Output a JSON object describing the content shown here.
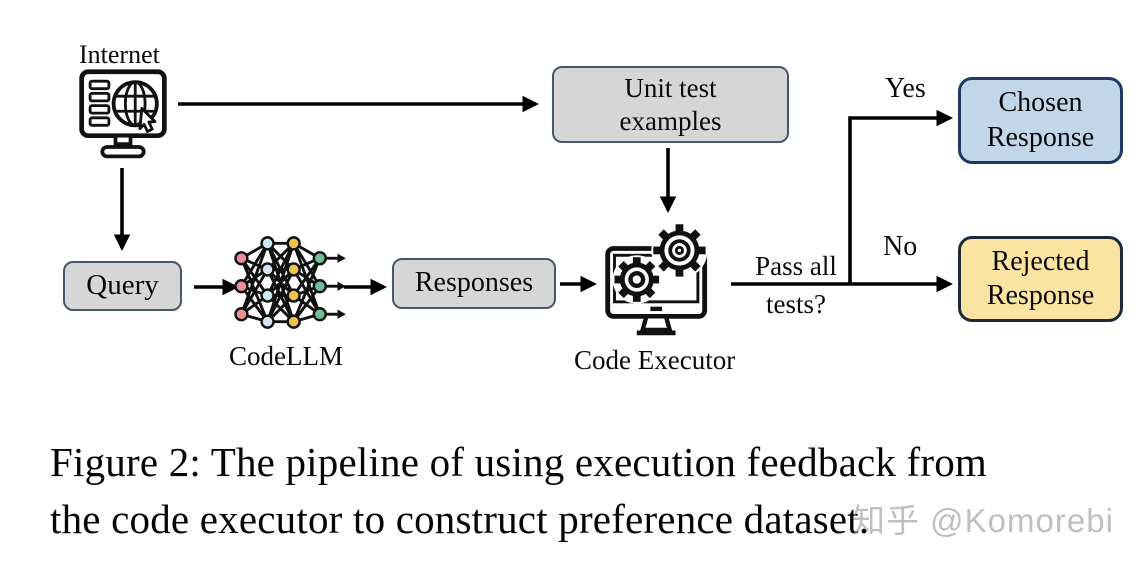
{
  "figure": {
    "caption_line1": "Figure 2: The pipeline of using execution feedback from",
    "caption_line2": "the code executor to construct preference dataset."
  },
  "watermark": "知乎 @Komorebi",
  "diagram": {
    "internet_label": "Internet",
    "codellm_label": "CodeLLM",
    "code_executor_label": "Code Executor",
    "query_label": "Query",
    "responses_label": "Responses",
    "unit_test": {
      "line1": "Unit test",
      "line2": "examples"
    },
    "pass_all": {
      "line1": "Pass all",
      "line2": "tests?"
    },
    "yes_label": "Yes",
    "no_label": "No",
    "chosen": {
      "line1": "Chosen",
      "line2": "Response"
    },
    "rejected": {
      "line1": "Rejected",
      "line2": "Response"
    },
    "colors": {
      "gray_box_fill": "#d6d6d6",
      "gray_box_border": "#49566a",
      "chosen_fill": "#c2d6ea",
      "chosen_border": "#1f3864",
      "rejected_fill": "#fbe3a1",
      "rejected_border": "#1e2a3a",
      "arrow": "#000000",
      "nn_input_pink": "#ed8f93",
      "nn_hidden_blue": "#cfe9f1",
      "nn_hidden_yellow": "#f0c34e",
      "nn_output_green": "#6fc296"
    }
  }
}
